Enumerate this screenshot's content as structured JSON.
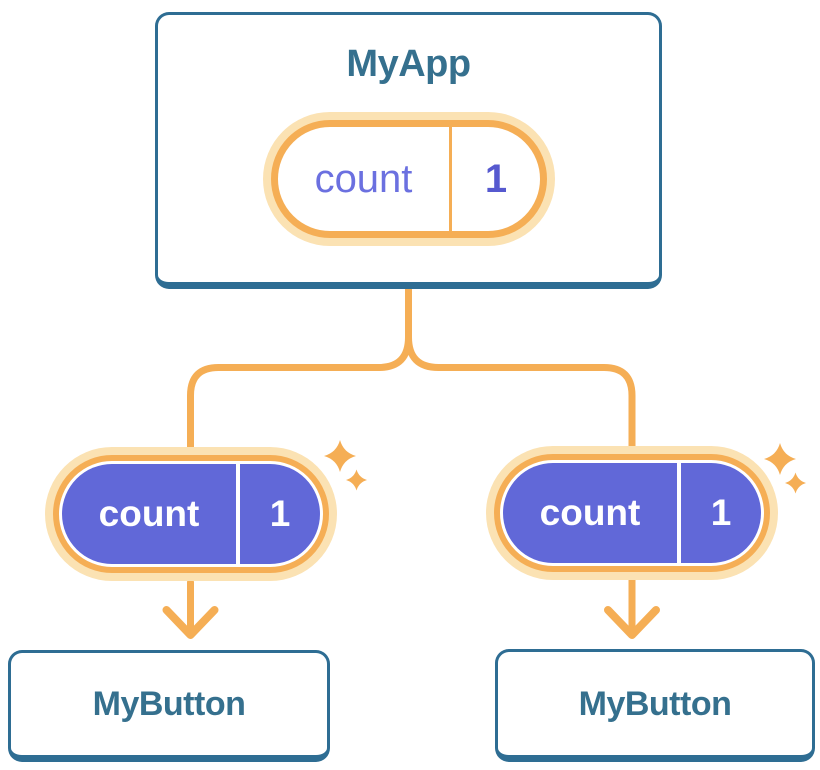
{
  "diagram": {
    "root": {
      "title": "MyApp",
      "state": {
        "name": "count",
        "value": "1"
      }
    },
    "children": [
      {
        "title": "MyButton",
        "prop": {
          "name": "count",
          "value": "1"
        }
      },
      {
        "title": "MyButton",
        "prop": {
          "name": "count",
          "value": "1"
        }
      }
    ]
  },
  "icons": {
    "sparkle": "sparkle-icon",
    "arrow": "arrow-down-icon"
  },
  "colors": {
    "blue_border": "#2E6D93",
    "blue_text": "#35708E",
    "orange": "#F5AE55",
    "orange_halo": "#FBE2B3",
    "purple_fill": "#6168D8",
    "purple_text": "#6B70E0",
    "purple_value": "#5659CF",
    "card_bg": "#FFFFFF"
  }
}
